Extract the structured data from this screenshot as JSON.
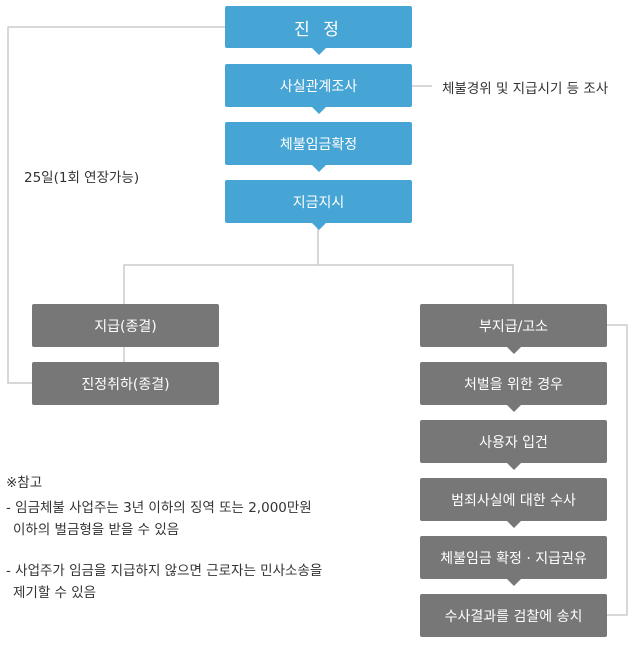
{
  "flow": {
    "step1": "진 정",
    "step2": "사실관계조사",
    "step3": "체불임금확정",
    "step4": "지금지시"
  },
  "left": {
    "pay": "지급(종결)",
    "withdraw": "진정취하(종결)"
  },
  "right": {
    "items": [
      "부지급/고소",
      "처벌을 위한 경우",
      "사용자 입건",
      "범죄사실에 대한 수사",
      "체불임금 확정 · 지급권유",
      "수사결과를 검찰에 송치"
    ]
  },
  "annotations": {
    "investigation_note": "체불경위 및 지급시기 등 조사",
    "deadline": "25일(1회 연장가능)"
  },
  "notes": {
    "heading": "※참고",
    "item1_line1": "- 임금체불 사업주는 3년 이하의 징역 또는 2,000만원",
    "item1_line2": "이하의 벌금형을 받을 수 있음",
    "item2_line1": "- 사업주가 임금을 지급하지 않으면 근로자는 민사소송을",
    "item2_line2": "제기할 수 있음"
  },
  "colors": {
    "primary_box": "#47a5d6",
    "secondary_box": "#777777",
    "connector": "#cccccc"
  }
}
